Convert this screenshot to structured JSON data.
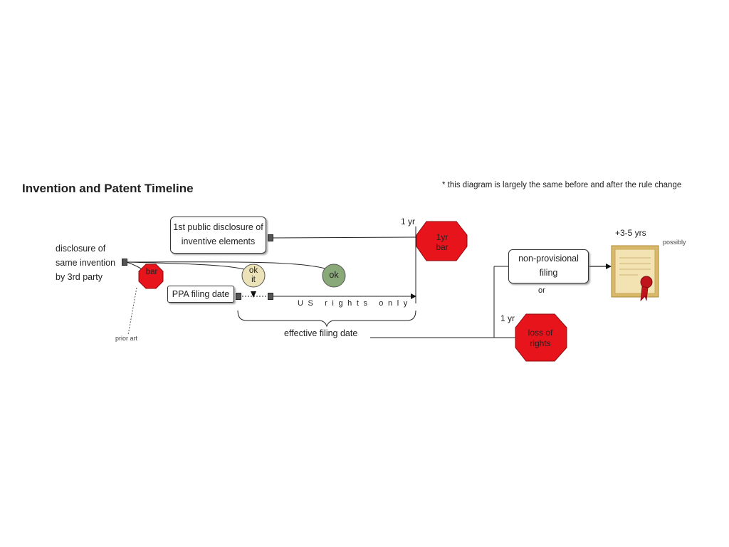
{
  "title": "Invention and Patent Timeline",
  "note": "* this diagram is largely the same before and after the rule change",
  "boxes": {
    "first_disclosure_line1": "1st public disclosure of",
    "first_disclosure_line2": "inventive elements",
    "ppa_filing": "PPA filing date",
    "non_provisional_line1": "non-provisional",
    "non_provisional_line2": "filing"
  },
  "labels": {
    "third_party_line1": "disclosure of",
    "third_party_line2": "same invention",
    "third_party_line3": "by 3rd party",
    "prior_art": "prior art",
    "us_rights_only": "US rights only",
    "effective_filing_date": "effective filing date",
    "one_yr_top": "1 yr",
    "one_yr_bottom": "1 yr",
    "or": "or",
    "plus_years": "+3-5 yrs",
    "possibly": "possibly"
  },
  "markers": {
    "bar": "bar",
    "ok_it_line1": "ok",
    "ok_it_line2": "it",
    "ok": "ok",
    "one_yr_bar_line1": "1yr",
    "one_yr_bar_line2": "bar",
    "loss_line1": "loss of",
    "loss_line2": "rights"
  },
  "colors": {
    "stop_red": "#e8141c",
    "ok_it_fill": "#ece2b8",
    "ok_fill": "#8aa978",
    "certificate_gold": "#e9cf8c",
    "seal_red": "#c0141c"
  },
  "icons": {
    "certificate": "patent-certificate-icon"
  }
}
